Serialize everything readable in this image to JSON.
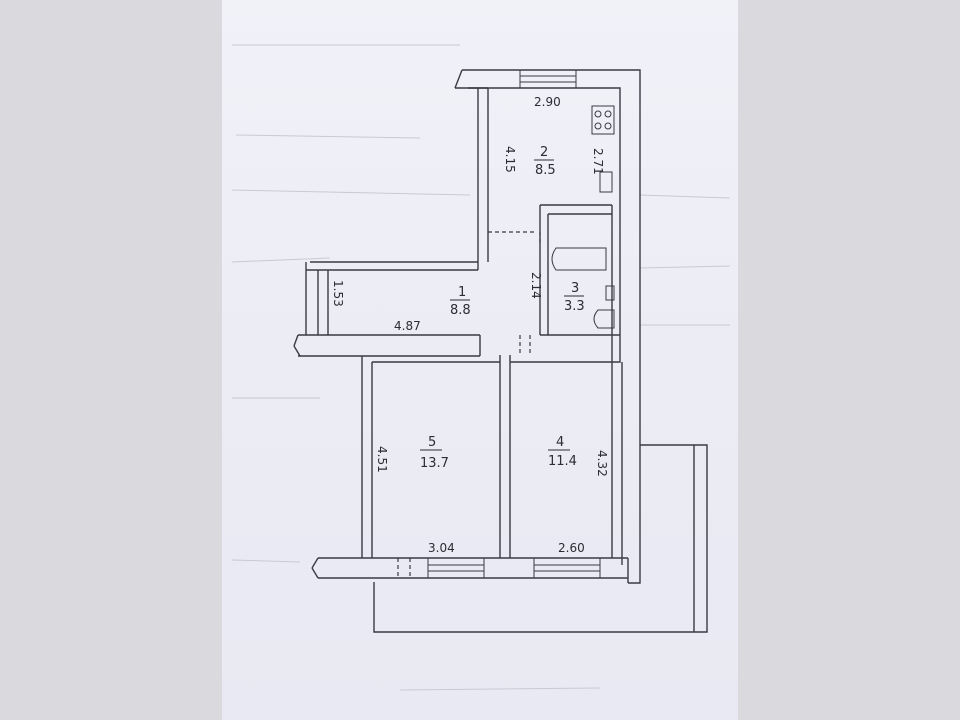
{
  "rooms": [
    {
      "id": "1",
      "number": "1",
      "area": "8.8"
    },
    {
      "id": "2",
      "number": "2",
      "area": "8.5"
    },
    {
      "id": "3",
      "number": "3",
      "area": "3.3"
    },
    {
      "id": "4",
      "number": "4",
      "area": "11.4"
    },
    {
      "id": "5",
      "number": "5",
      "area": "13.7"
    }
  ],
  "dimensions": {
    "kitchen_width": "2.90",
    "kitchen_length": "4.15",
    "kitchen_side": "2.71",
    "bath_length": "2.14",
    "storage_length": "1.53",
    "hall_length": "4.87",
    "room5_length": "4.51",
    "room4_length": "4.32",
    "room5_width": "3.04",
    "room4_width": "2.60"
  }
}
